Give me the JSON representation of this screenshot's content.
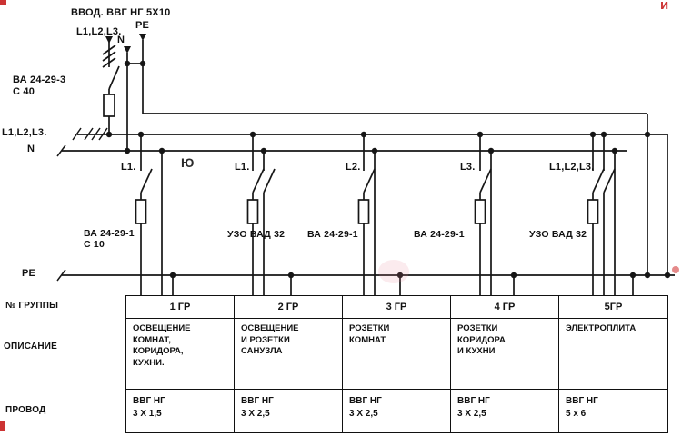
{
  "diagram": {
    "title": "ВВОД. ВВГ НГ 5Х10",
    "input": {
      "phases_label": "L1,L2,L3.",
      "pe_label": "PE",
      "n_label": "N",
      "breaker": "ВА 24-29-3\nС 40"
    },
    "buses": {
      "phases": "L1,L2,L3.",
      "neutral": "N",
      "pe": "РЕ"
    },
    "watermark_letter": "Ю",
    "watermark_corner": "и"
  },
  "groups": [
    {
      "phase": "L1.",
      "device": "ВА 24-29-1\nС 10",
      "number": "1 ГР",
      "description": "ОСВЕЩЕНИЕ\nКОМНАТ,\nКОРИДОРА,\nКУХНИ.",
      "wire": "ВВГ НГ\n3 Х 1,5"
    },
    {
      "phase": "L1.",
      "device": "УЗО ВАД 32",
      "number": "2 ГР",
      "description": "ОСВЕЩЕНИЕ\nИ РОЗЕТКИ\nСАНУЗЛА",
      "wire": "ВВГ НГ\n3 Х 2,5"
    },
    {
      "phase": "L2.",
      "device": "ВА 24-29-1",
      "number": "3 ГР",
      "description": "РОЗЕТКИ\nКОМНАТ",
      "wire": "ВВГ НГ\n3 Х 2,5"
    },
    {
      "phase": "L3.",
      "device": "ВА 24-29-1",
      "number": "4 ГР",
      "description": "РОЗЕТКИ\nКОРИДОРА\nИ КУХНИ",
      "wire": "ВВГ НГ\n3 Х 2,5"
    },
    {
      "phase": "L1,L2,L3.",
      "device": "УЗО ВАД 32",
      "number": "5ГР",
      "description": "ЭЛЕКТРОПЛИТА",
      "wire": "ВВГ НГ\n5 х 6"
    }
  ],
  "table": {
    "row_headers": {
      "number": "№ ГРУППЫ",
      "description": "ОПИСАНИЕ",
      "wire": "ПРОВОД"
    }
  },
  "colors": {
    "line": "#161616",
    "watermark_red": "#cc3333"
  }
}
